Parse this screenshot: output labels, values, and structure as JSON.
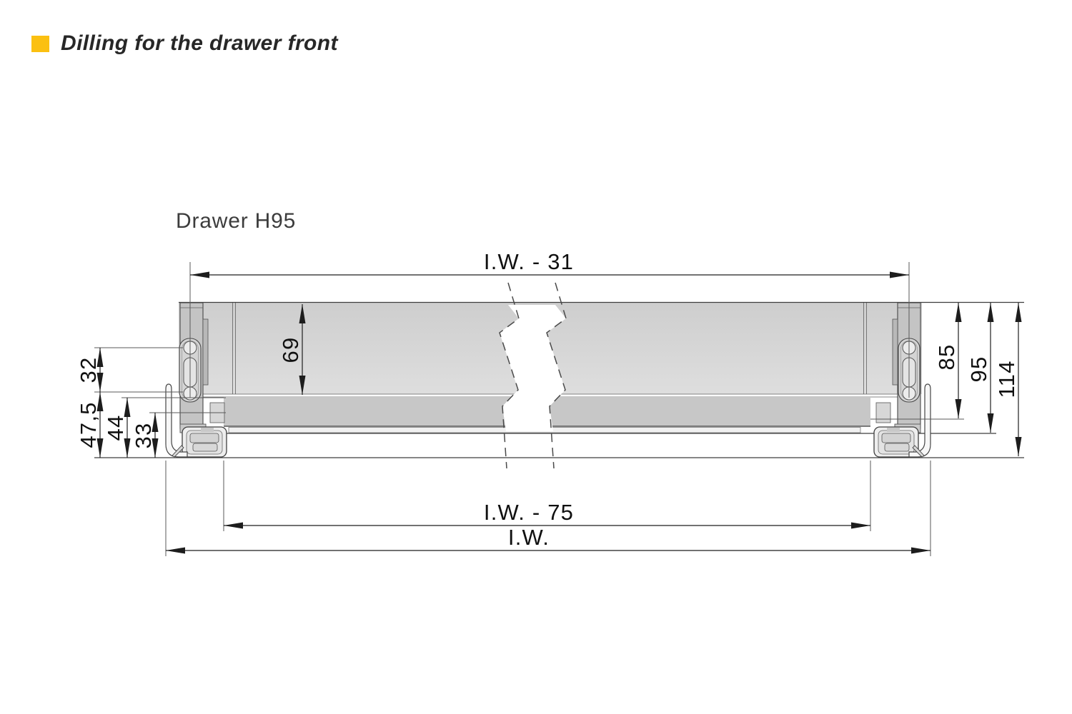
{
  "header": {
    "title": "Dilling for the drawer front",
    "bullet_color": "#FBC011"
  },
  "drawing": {
    "caption": "Drawer H95",
    "view": "cross-section of drawer front drilling positions",
    "dimensions": {
      "top_width": "I.W. - 31",
      "panel_inner_height": "69",
      "hole_spacing": "32",
      "lower_hole_height": "47,5",
      "side_lower_height": "44",
      "rail_height": "33",
      "bracket_height": "85",
      "side_height": "95",
      "total_height": "114",
      "bottom_inner_width": "I.W. - 75",
      "inner_width": "I.W."
    },
    "colors": {
      "panel_fill": "#d6d6d6",
      "bottom_panel_fill": "#c7c7c7",
      "outline": "#3d3d3d",
      "dimension_line": "#1f1f1f"
    }
  }
}
